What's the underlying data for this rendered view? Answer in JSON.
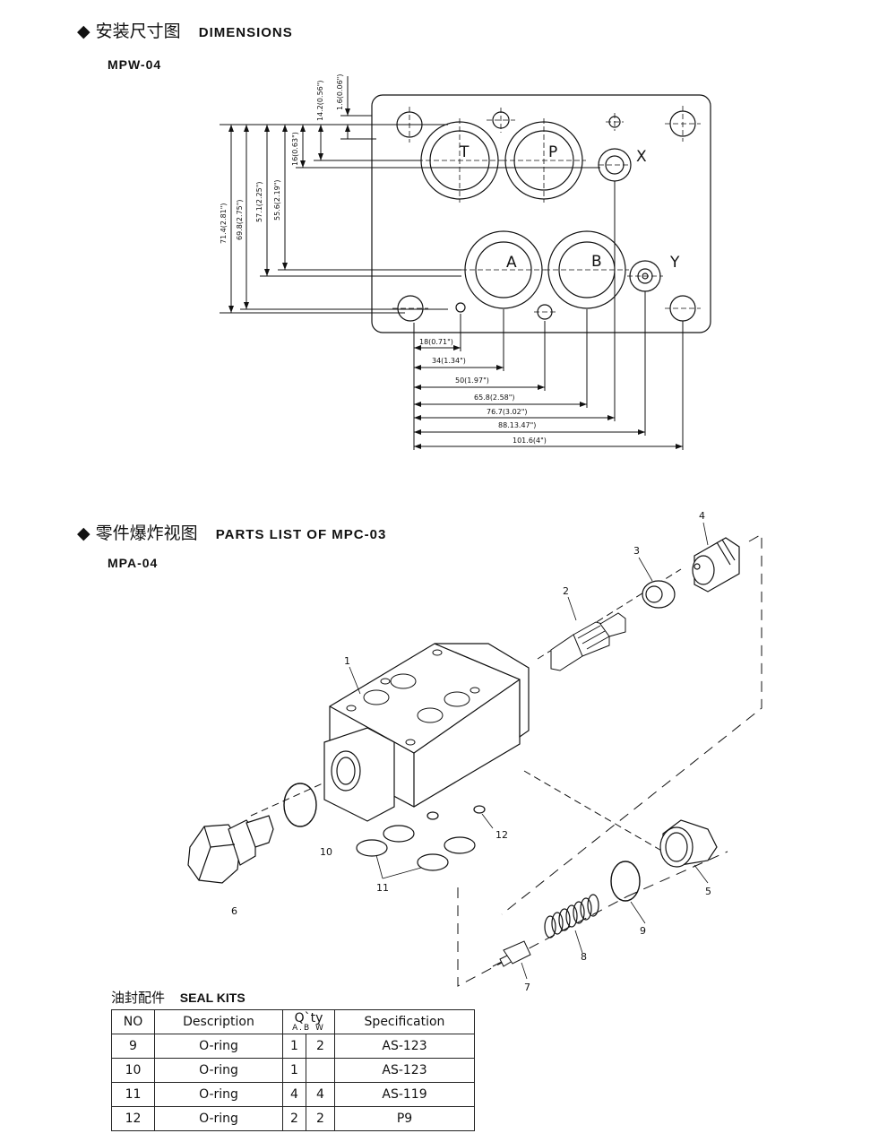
{
  "dimensions": {
    "title_cn": "安装尺寸图",
    "title_en": "DIMENSIONS",
    "model": "MPW-04",
    "ports": {
      "T": "T",
      "P": "P",
      "A": "A",
      "B": "B",
      "X": "X",
      "Y": "Y"
    },
    "vertical": [
      "71.4(2.81\")",
      "69.8(2.75\")",
      "57.1(2.25\")",
      "55.6(2.19\")",
      "16(0.63\")",
      "14.2(0.56\")",
      "1.6(0.06\")"
    ],
    "horizontal": [
      "18(0.71\")",
      "34(1.34\")",
      "50(1.97\")",
      "65.8(2.58\")",
      "76.7(3.02\")",
      "88.13.47\")",
      "101.6(4\")"
    ]
  },
  "parts": {
    "title_cn": "零件爆炸视图",
    "title_en": "PARTS LIST OF MPC-03",
    "model": "MPA-04",
    "callouts": [
      "1",
      "2",
      "3",
      "4",
      "5",
      "6",
      "7",
      "8",
      "9",
      "10",
      "11",
      "12"
    ]
  },
  "seal_kits": {
    "title_cn": "油封配件",
    "title_en": "SEAL KITS",
    "headers": {
      "no": "NO",
      "description": "Description",
      "qty": "Q`ty",
      "qty_sub_a": "A.B",
      "qty_sub_b": "W",
      "spec": "Specification"
    },
    "rows": [
      {
        "no": "9",
        "description": "O-ring",
        "ab": "1",
        "w": "2",
        "spec": "AS-123"
      },
      {
        "no": "10",
        "description": "O-ring",
        "ab": "1",
        "w": "",
        "spec": "AS-123"
      },
      {
        "no": "11",
        "description": "O-ring",
        "ab": "4",
        "w": "4",
        "spec": "AS-119"
      },
      {
        "no": "12",
        "description": "O-ring",
        "ab": "2",
        "w": "2",
        "spec": "P9"
      }
    ]
  }
}
